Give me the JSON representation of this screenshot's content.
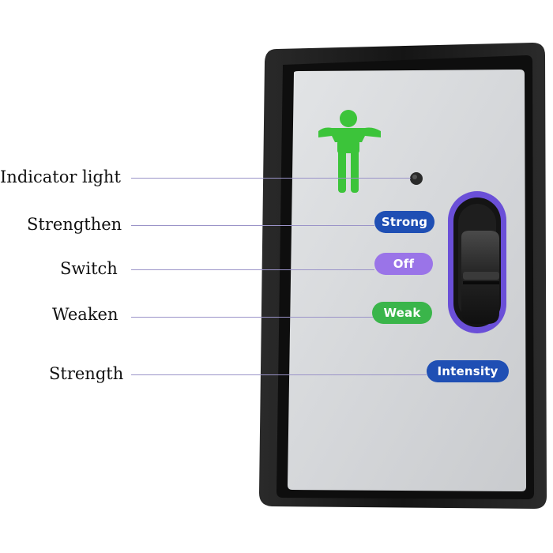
{
  "callouts": [
    {
      "label": "Indicator light"
    },
    {
      "label": "Strengthen"
    },
    {
      "label": "Switch"
    },
    {
      "label": "Weaken"
    },
    {
      "label": "Strength"
    }
  ],
  "device": {
    "buttons": {
      "strong": {
        "label": "Strong",
        "color": "#1f4fb4"
      },
      "off": {
        "label": "Off",
        "color": "#9a74e8"
      },
      "weak": {
        "label": "Weak",
        "color": "#3ab54a"
      },
      "intensity": {
        "label": "Intensity",
        "color": "#1f4fb4"
      }
    },
    "body_icon": "body-figure-icon",
    "figure_color": "#3cc43a",
    "panel_color": "#d6d8da",
    "frame_color": "#1a1a1a",
    "slider_ring_color": "#6a4fd8"
  }
}
